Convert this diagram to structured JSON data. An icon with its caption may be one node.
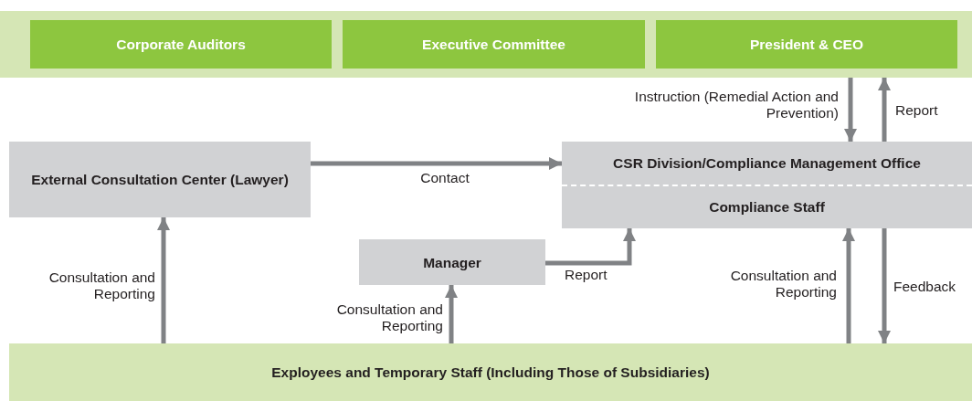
{
  "diagram": {
    "nodes": [
      {
        "text": [],
        "shape": "band"
      },
      {
        "text": [
          "Corporate Auditors"
        ],
        "in": 0
      },
      {
        "text": [
          "Executive Committee"
        ],
        "in": 0
      },
      {
        "text": [
          "President & CEO"
        ],
        "in": 0
      },
      {
        "text": [
          "External Consultation Center (Lawyer)"
        ]
      },
      {
        "text": [
          "CSR Division/Compliance Management Office",
          "Compliance Staff"
        ]
      },
      {
        "text": [
          "Manager"
        ]
      },
      {
        "text": [
          "Exployees and Temporary Staff (Including Those of Subsidiaries)"
        ]
      }
    ],
    "edges": [
      {
        "from": 0,
        "to": 5,
        "arrow": "to",
        "label": "Instruction (Remedial Action and Prevention)"
      },
      {
        "from": 5,
        "to": 0,
        "arrow": "to",
        "label": "Report"
      },
      {
        "from": 4,
        "to": 5,
        "arrow": "to",
        "label": "Contact"
      },
      {
        "from": 6,
        "to": 5,
        "arrow": "to",
        "label": "Report"
      },
      {
        "from": 7,
        "to": 4,
        "arrow": "to",
        "label": "Consultation and Reporting"
      },
      {
        "from": 7,
        "to": 6,
        "arrow": "to",
        "label": "Consultation and Reporting"
      },
      {
        "from": 7,
        "to": 5,
        "arrow": "to",
        "label": "Consultation and Reporting"
      },
      {
        "from": 5,
        "to": 7,
        "arrow": "to",
        "label": "Feedback"
      }
    ]
  }
}
